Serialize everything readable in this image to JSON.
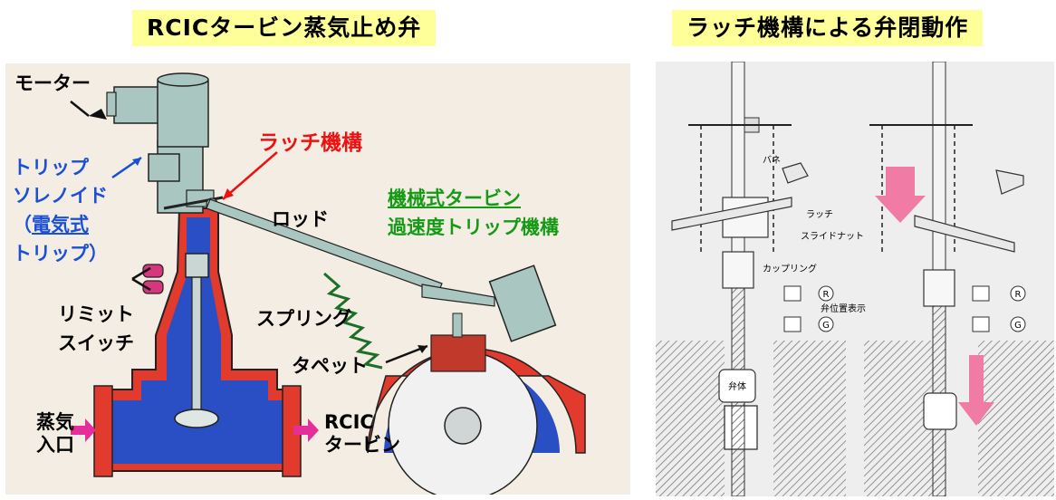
{
  "titles": {
    "left": "RCICタービン蒸気止め弁",
    "right": "ラッチ機構による弁閉動作"
  },
  "left_labels": {
    "motor": "モーター",
    "latch": "ラッチ機構",
    "trip_solenoid_1": "トリップ",
    "trip_solenoid_2": "ソレノイド",
    "trip_solenoid_3a": "（",
    "trip_solenoid_3b": "電気式",
    "trip_solenoid_4": "トリップ）",
    "rod": "ロッド",
    "mech_trip_1": "機械式タービン",
    "mech_trip_2": "過速度トリップ機構",
    "limit_switch_1": "リミット",
    "limit_switch_2": "スイッチ",
    "spring": "スプリング",
    "tappet": "タペット",
    "steam_inlet_1": "蒸気",
    "steam_inlet_2": "入口",
    "rcic_turbine_1": "RCIC",
    "rcic_turbine_2": "タービン"
  },
  "right_labels": {
    "spring": "バネ",
    "latch": "ラッチ",
    "slide_nut": "スライドナット",
    "coupling": "カップリング",
    "valve_position": "弁位置表示",
    "valve_body": "弁体",
    "indicator_r": "R",
    "indicator_g": "G"
  },
  "colors": {
    "title_bg": "#ffff99",
    "label_blue": "#1a4fd8",
    "label_red": "#ee1111",
    "label_green": "#149a14",
    "valve_red": "#e23a2c",
    "valve_blue": "#2a4fc4",
    "body_grey": "#a9c6c0",
    "arrow_pink": "#f07ba5",
    "arrow_magenta": "#e62e9a"
  }
}
